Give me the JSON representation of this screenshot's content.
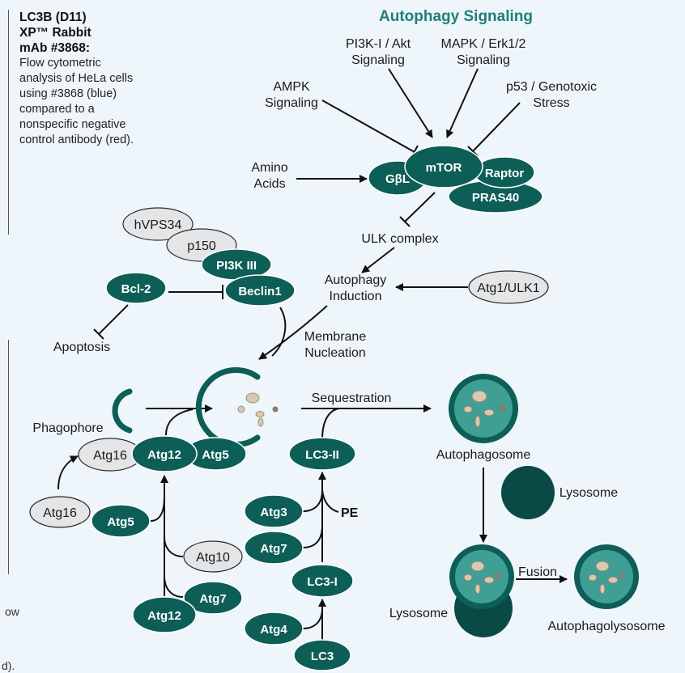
{
  "sidebar": {
    "heading_1": "LC3B (D11)",
    "heading_2": "XP™ Rabbit",
    "heading_3": "mAb #3868:",
    "body": "Flow cytometric analysis of HeLa cells using #3868 (blue) compared to a nonspecific negative control antibody (red).",
    "fragment_1": "ow",
    "fragment_2": "d)."
  },
  "title": "Autophagy Signaling",
  "inputs": {
    "pi3k_1": "PI3K-I / Akt",
    "pi3k_2": "Signaling",
    "mapk_1": "MAPK / Erk1/2",
    "mapk_2": "Signaling",
    "ampk_1": "AMPK",
    "ampk_2": "Signaling",
    "p53_1": "p53 / Genotoxic",
    "p53_2": "Stress",
    "amino_1": "Amino",
    "amino_2": "Acids"
  },
  "complex": {
    "gbl": "GβL",
    "mtor": "mTOR",
    "raptor": "Raptor",
    "pras40": "PRAS40"
  },
  "labels": {
    "ulk_complex": "ULK complex",
    "induction_1": "Autophagy",
    "induction_2": "Induction",
    "atg1_ulk1": "Atg1/ULK1",
    "membrane_1": "Membrane",
    "membrane_2": "Nucleation",
    "apoptosis": "Apoptosis",
    "sequestration": "Sequestration",
    "phagophore": "Phagophore",
    "autophagosome": "Autophagosome",
    "lysosome_top": "Lysosome",
    "lysosome_bottom": "Lysosome",
    "fusion": "Fusion",
    "autophagolysosome": "Autophagolysosome",
    "pe": "PE"
  },
  "nucleation": {
    "hvps34": "hVPS34",
    "p150": "p150",
    "pi3k3": "PI3K III",
    "beclin1": "Beclin1",
    "bcl2": "Bcl-2"
  },
  "conjugation": {
    "atg16_top": "Atg16",
    "atg12_top": "Atg12",
    "atg5_top": "Atg5",
    "atg16_left": "Atg16",
    "atg5_mid": "Atg5",
    "atg10": "Atg10",
    "atg7_left": "Atg7",
    "atg12_bottom": "Atg12",
    "lc3_ii": "LC3-II",
    "atg3": "Atg3",
    "atg7_right": "Atg7",
    "lc3_i": "LC3-I",
    "atg4": "Atg4",
    "lc3": "LC3"
  },
  "colors": {
    "teal": "#0d5e57",
    "title": "#1f7f77",
    "vesicle": "#3f9f95",
    "background": "#eef6fb"
  }
}
